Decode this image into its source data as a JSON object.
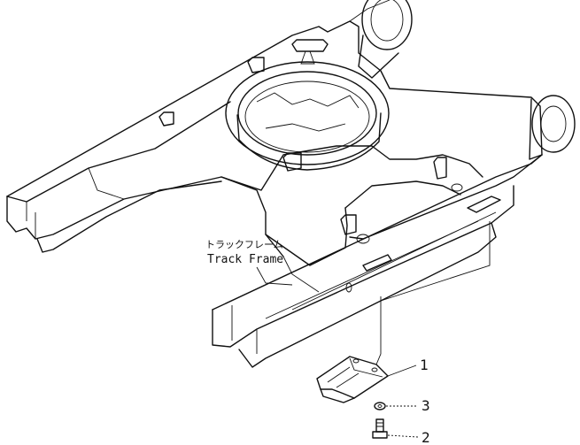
{
  "diagram": {
    "title_jp": "トラックフレーム",
    "title_en": "Track  Frame",
    "callouts": [
      {
        "label": "1"
      },
      {
        "label": "3"
      },
      {
        "label": "2"
      }
    ]
  },
  "colors": {
    "ink": "#111111",
    "paper": "#ffffff"
  }
}
